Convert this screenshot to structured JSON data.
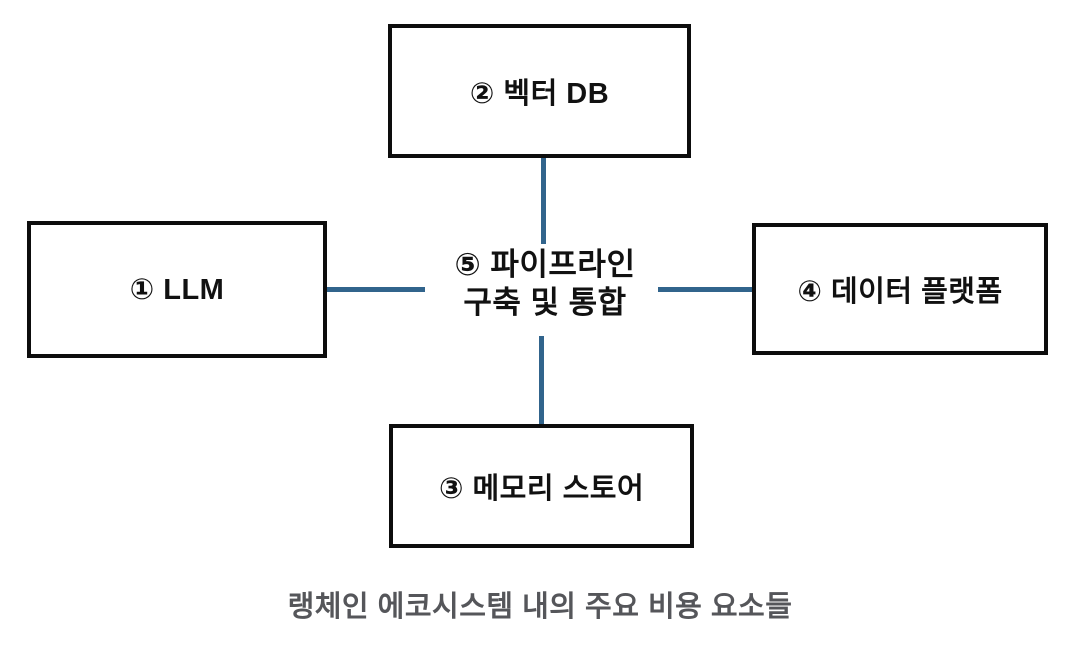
{
  "diagram": {
    "title_caption": "랭체인 에코시스템 내의 주요 비용 요소들",
    "nodes": [
      {
        "id": "llm",
        "label": "① LLM",
        "position": "left"
      },
      {
        "id": "vector-db",
        "label": "② 벡터 DB",
        "position": "top"
      },
      {
        "id": "memory-store",
        "label": "③ 메모리 스토어",
        "position": "bottom"
      },
      {
        "id": "data-platform",
        "label": "④ 데이터 플랫폼",
        "position": "right"
      },
      {
        "id": "pipeline",
        "label_line1": "⑤ 파이프라인",
        "label_line2": "구축 및 통합",
        "position": "center"
      }
    ],
    "connectors": [
      {
        "from": "pipeline",
        "to": "vector-db"
      },
      {
        "from": "pipeline",
        "to": "memory-store"
      },
      {
        "from": "pipeline",
        "to": "llm"
      },
      {
        "from": "pipeline",
        "to": "data-platform"
      }
    ],
    "colors": {
      "connector": "#31648c",
      "box_border": "#0d0d0d",
      "node_text": "#111111",
      "caption_text": "#55565a",
      "background": "#ffffff"
    }
  }
}
